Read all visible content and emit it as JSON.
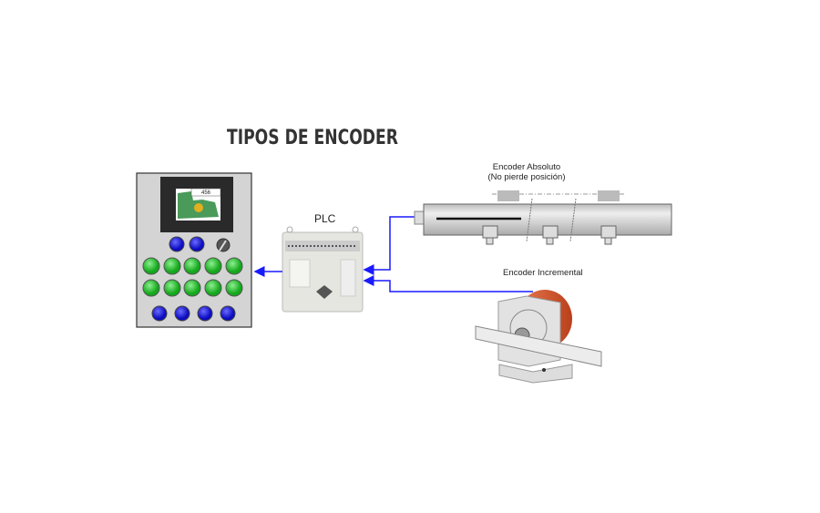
{
  "title": "TIPOS DE ENCODER",
  "plc": {
    "label": "PLC"
  },
  "hmi": {
    "display_value": "456"
  },
  "encoder_absoluto": {
    "label": "Encoder Absoluto",
    "sublabel": "(No pierde posición)"
  },
  "encoder_incremental": {
    "label": "Encoder Incremental"
  },
  "colors": {
    "signal_line": "#1a1aff",
    "green_button": "#22c02a",
    "blue_button": "#1a1adf",
    "panel": "#d4d4d4",
    "encoder_drum": "#d8572e"
  }
}
